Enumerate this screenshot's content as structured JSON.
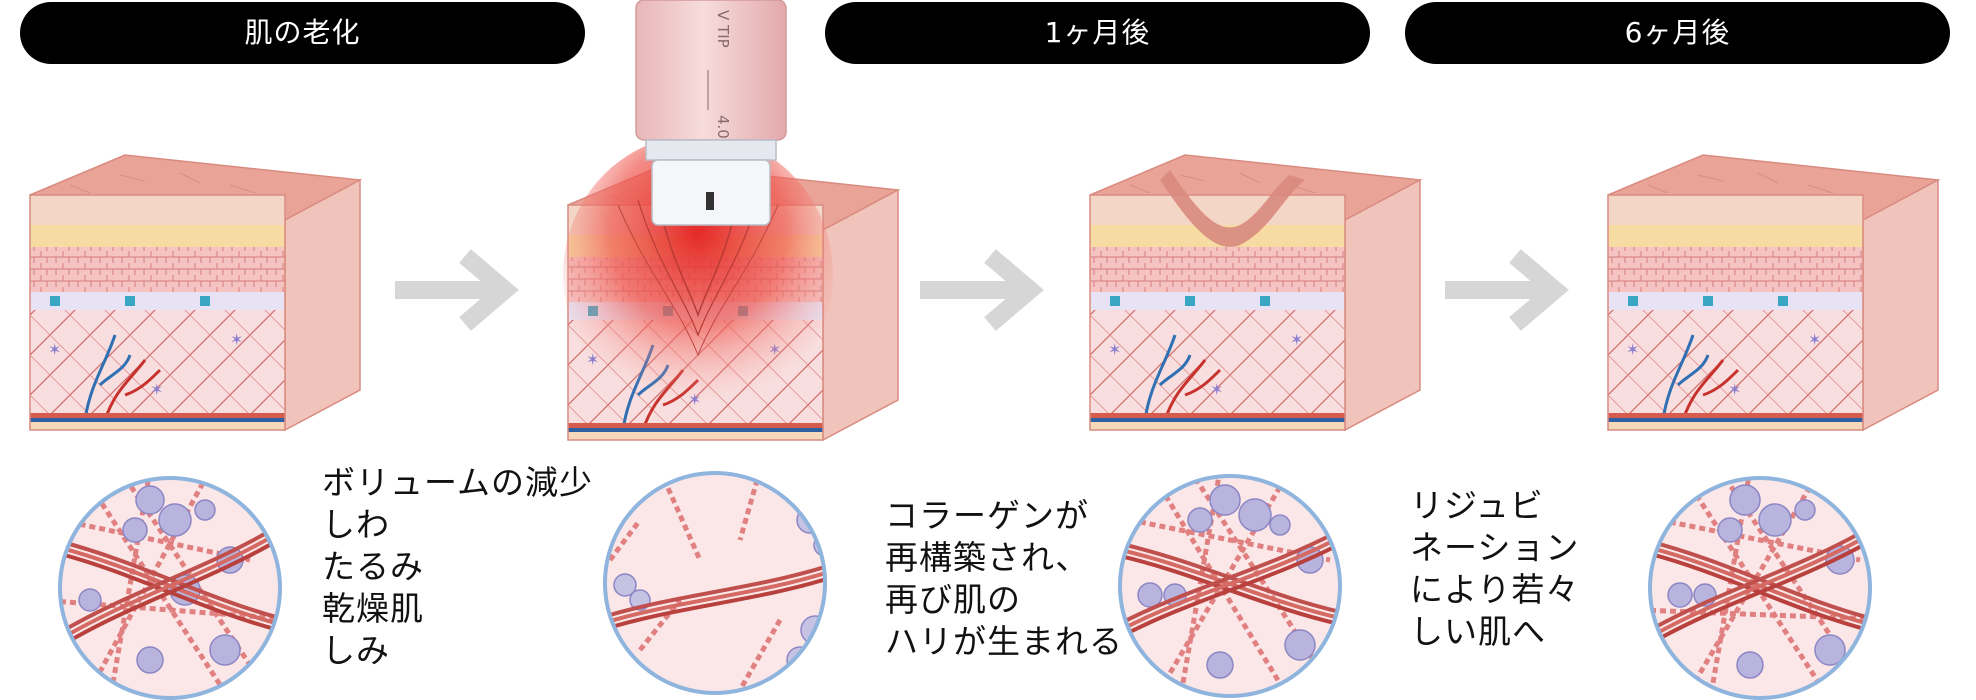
{
  "stages": [
    {
      "label": "肌の老化"
    },
    {
      "label": "1ヶ月後"
    },
    {
      "label": "6ヶ月後"
    }
  ],
  "device": {
    "text": "V TIP",
    "number": "4.0"
  },
  "descriptions": [
    {
      "lines": [
        "ボリュームの減少",
        "しわ",
        "たるみ",
        "乾燥肌",
        "しみ"
      ]
    },
    {
      "lines": [
        "コラーゲンが",
        "再構築され、",
        "再び肌の",
        "ハリが生まれる"
      ]
    },
    {
      "lines": [
        "リジュビ",
        "ネーション",
        "により若々",
        "しい肌へ"
      ]
    }
  ],
  "colors": {
    "pill": "#000000",
    "arrow": "#d6d6d6",
    "skin_top": "#e9a89b",
    "skin_side": "#f3c9c3",
    "fat_layer": "#f6dca2",
    "heat": "#e8302e",
    "collagen": "#c0504d",
    "cell": "#a9a5d3",
    "circle_border": "#8fb4de"
  }
}
